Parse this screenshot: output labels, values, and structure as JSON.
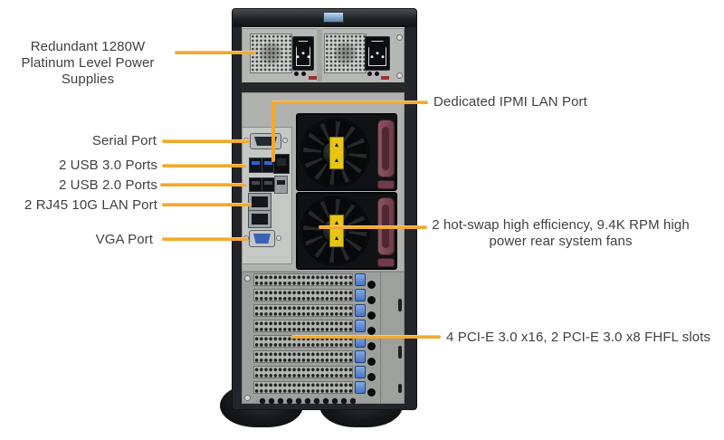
{
  "labels": {
    "psu": {
      "line1": "Redundant 1280W",
      "line2": "Platinum Level Power Supplies"
    },
    "serial": "Serial Port",
    "usb3": "2 USB 3.0 Ports",
    "usb2": "2 USB 2.0 Ports",
    "lan": "2 RJ45 10G LAN Port",
    "vga": "VGA Port",
    "ipmi": "Dedicated IPMI  LAN Port",
    "fans": {
      "line1": "2 hot-swap high efficiency, 9.4K RPM high",
      "line2": "power rear system fans"
    },
    "pcie": "4 PCI-E 3.0 x16, 2 PCI-E 3.0 x8 FHFL slots"
  },
  "colors": {
    "callout_line": "#F2A92D",
    "label_text": "#3E4042",
    "chassis_dark": "#232528",
    "panel_gray": "#B0B2B0",
    "warning_label_yellow": "#E6C515",
    "fan_latch_maroon": "#7A4150",
    "usb3_blue": "#2E62CC",
    "vga_blue": "#3B62B5",
    "pci_latch_blue": "#5E87CF",
    "top_badge_blue": "#8FB9DF"
  }
}
